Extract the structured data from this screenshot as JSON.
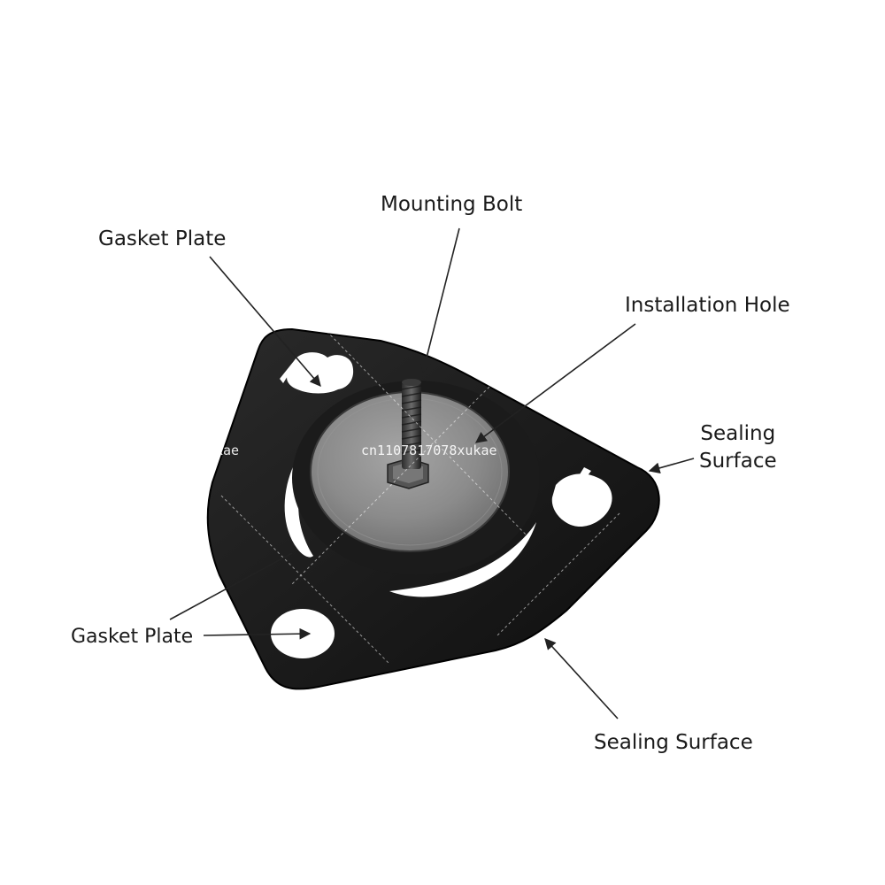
{
  "labels": {
    "mounting_bolt": "Mounting Bolt",
    "gasket_plate_top": "Gasket Plate",
    "installation_hole": "Installation Hole",
    "sealing_surface_right_line1": "Sealing",
    "sealing_surface_right_line2": "Surface",
    "gasket_plate_bottom": "Gasket Plate",
    "sealing_surface_bottom": "Sealing Surface"
  },
  "watermark": {
    "main": "cn1107817078xukae",
    "left_fragment": "kae"
  },
  "colors": {
    "gasket": "#141414",
    "plate": "#8a8a8a",
    "arrow": "#222222",
    "background": "#ffffff"
  }
}
